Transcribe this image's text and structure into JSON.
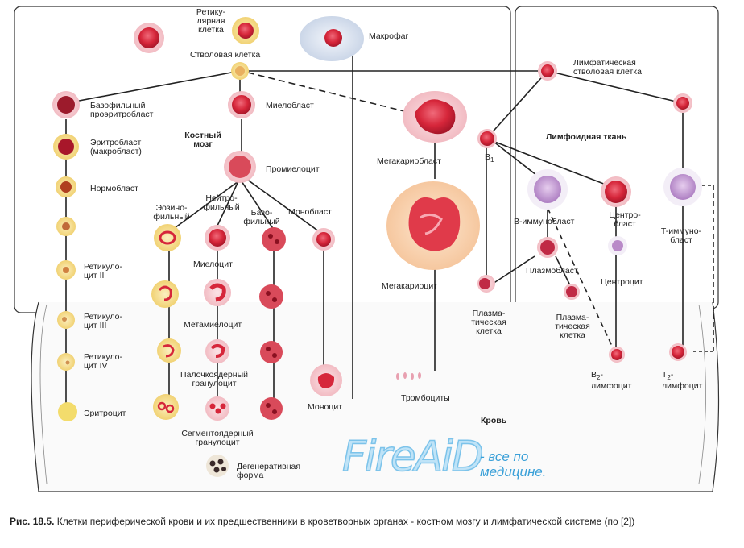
{
  "regions": {
    "bone_marrow": "Костный мозг",
    "lymphoid_tissue": "Лимфоидная ткань",
    "blood": "Кровь"
  },
  "cells": {
    "stem": "Стволовая клетка",
    "reticular": "Ретику-\nлярная\nклетка",
    "macrophage": "Макрофаг",
    "lymph_stem": "Лимфатическая\nстволовая клетка",
    "baso_proerythro": "Базофильный\nпроэритробласт",
    "erythroblast": "Эритробласт\n(макробласт)",
    "normoblast": "Нормобласт",
    "retic2": "Ретикуло-\nцит II",
    "retic3": "Ретикуло-\nцит III",
    "retic4": "Ретикуло-\nцит IV",
    "erythrocyte": "Эритроцит",
    "myeloblast": "Миелобласт",
    "promyelocyte": "Промиелоцит",
    "eosino": "Эозино-\nфильный",
    "neutro": "Нейтро-\nфильный",
    "baso": "Базо-\nфильный",
    "monoblast": "Монобласт",
    "myelocyte": "Миелоцит",
    "metamyelocyte": "Метамиелоцит",
    "band": "Палочкоядерный\nгранулоцит",
    "segmented": "Сегментоядерный\nгранулоцит",
    "degenerative": "Дегенеративная\nформа",
    "monocyte": "Моноцит",
    "megakaryoblast": "Мегакариобласт",
    "megakaryocyte": "Мегакариоцит",
    "platelets": "Тромбоциты",
    "b1": "B",
    "b1_sub": "1",
    "b_immunoblast": "B-иммунобласт",
    "centroblast": "Центро-\nбласт",
    "plasmoblast": "Плазмобласт",
    "centrocyte": "Центроцит",
    "plasma1": "Плазма-\nтическая\nклетка",
    "plasma2": "Плазма-\nтическая\nклетка",
    "t_immunoblast": "T-иммуно-\nбласт",
    "b2": "B",
    "b2_sub": "2",
    "b2_tail": "-\nлимфоцит",
    "t2": "T",
    "t2_sub": "2",
    "t2_tail": "-\nлимфоцит"
  },
  "watermark": {
    "brand": "FireAiD",
    "tagline": "- все по\nмедицине."
  },
  "caption": {
    "prefix": "Рис. 18.5.",
    "text": " Клетки периферической крови и их предшественники в кроветворных органах - костном мозгу и лимфатической системе (по [2])"
  },
  "colors": {
    "cell_red": "#d6263a",
    "cell_pink": "#f3b8c0",
    "cell_purple": "#b98ac8",
    "cytoplasm_yellow": "#f6dc8a",
    "box_stroke": "#333333",
    "watermark": "#7cc3ea"
  }
}
